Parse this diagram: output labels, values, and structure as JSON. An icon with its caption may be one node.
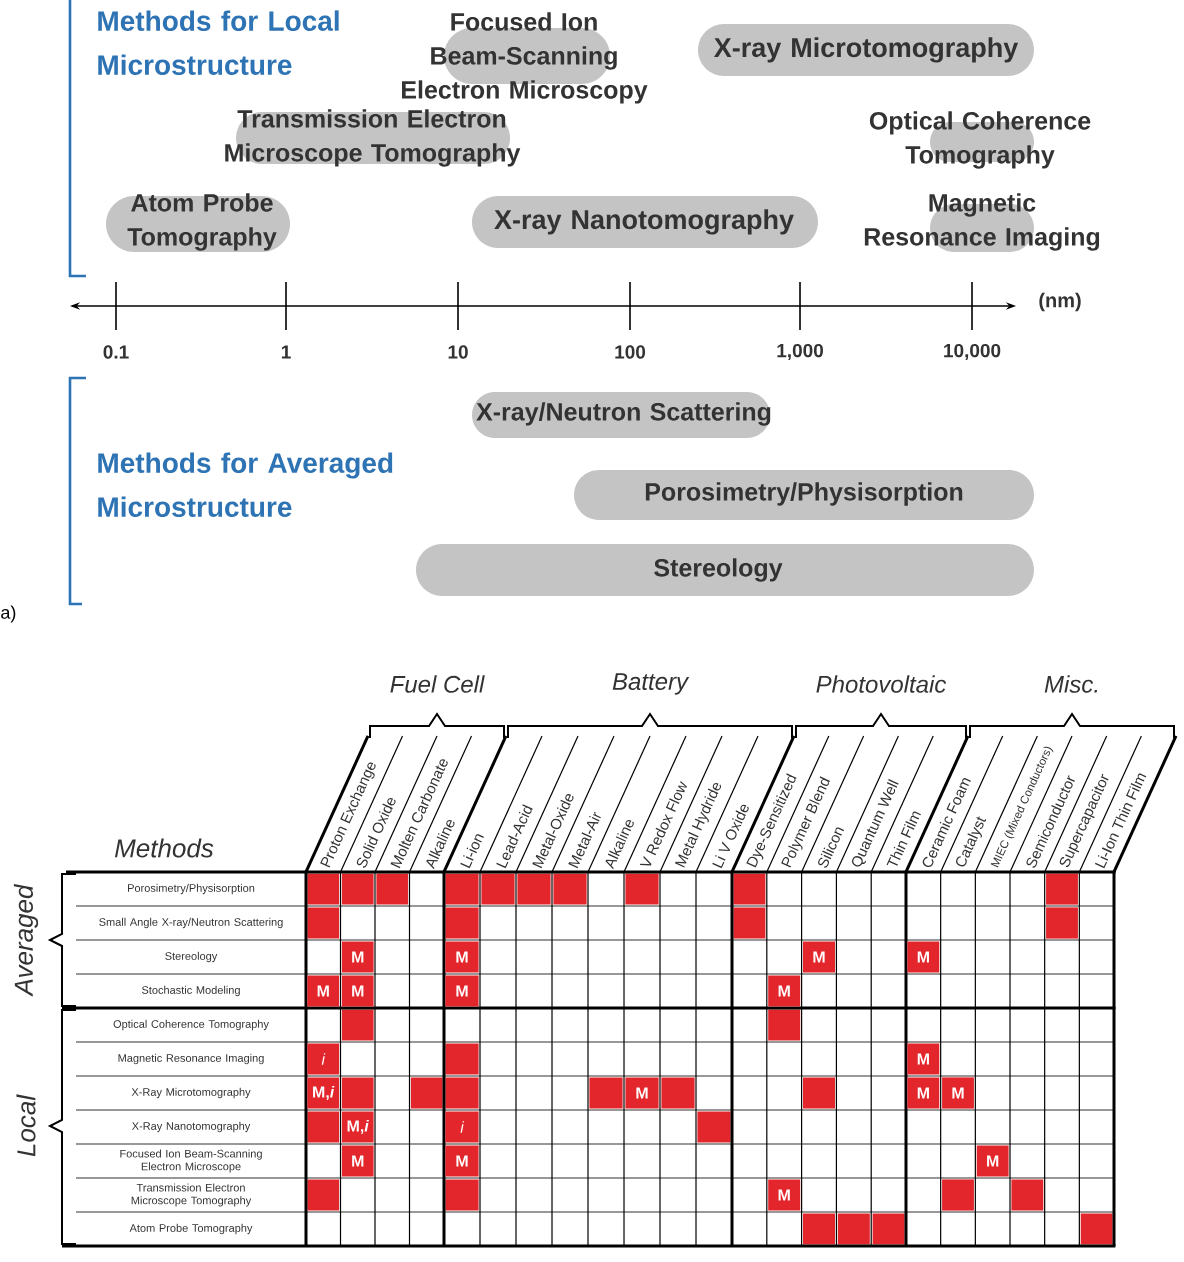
{
  "diagram": {
    "nodes": [
      {
        "text": [
          "Focused Ion Beam-Scanning Electron Microscopy"
        ]
      },
      {
        "text": [
          "X-ray Microtomography"
        ]
      },
      {
        "text": [
          "Transmission Electron Microscope Tomography"
        ]
      },
      {
        "text": [
          "Optical Coherence Tomography"
        ]
      },
      {
        "text": [
          "Atom Probe Tomography"
        ]
      },
      {
        "text": [
          "X-ray Nanotomography"
        ]
      },
      {
        "text": [
          "Magnetic Resonance Imaging"
        ]
      },
      {
        "text": [
          "X-ray/Neutron Scattering"
        ]
      },
      {
        "text": [
          "Porosimetry/Physisorption"
        ]
      },
      {
        "text": [
          "Stereology"
        ]
      }
    ],
    "labels": [
      "Methods for Local Microstructure",
      "0.1",
      "1",
      "10",
      "100",
      "1,000",
      "10,000",
      "(nm)",
      "Methods for Averaged Microstructure",
      "a)",
      "Fuel Cell",
      "Battery",
      "Photovoltaic",
      "Misc.",
      "Proton Exchange",
      "Solid Oxide",
      "Molten Carbonate",
      "Alkaline",
      "Li-ion",
      "Lead-Acid",
      "Metal-Oxide",
      "Metal-Air",
      "Alkaline",
      "V Redox Flow",
      "Metal Hydride",
      "Li V Oxide",
      "Dye-Sensitized",
      "Polymer Blend",
      "Silicon",
      "Quantum Well",
      "Thin Film",
      "Ceramic Foam",
      "Catalyst",
      "MIEC (Mixed Conductors)",
      "Semiconductor",
      "Supercapacitor",
      "Li-Ion Thin Film",
      "Methods",
      "Averaged",
      "Local",
      "Porosimetry/Physisorption",
      "Small Angle X-ray/Neutron Scattering",
      "Stereology",
      "Stochastic Modeling",
      "Optical Coherence Tomography",
      "Magnetic Resonance Imaging",
      "X-Ray Microtomography",
      "X-Ray Nanotomography",
      "Focused Ion Beam-Scanning Electron Microscope",
      "Transmission Electron Microscope Tomography",
      "Atom Probe Tomography",
      "M",
      "M",
      "M",
      "M",
      "M",
      "M",
      "M",
      "M",
      "i",
      "M",
      "M,*i*",
      "M",
      "M",
      "M",
      "M,*i*",
      "i",
      "M",
      "M",
      "M",
      "M"
    ]
  }
}
